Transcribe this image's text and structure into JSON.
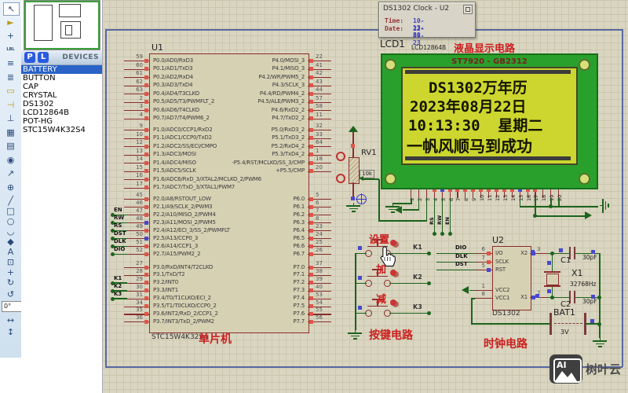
{
  "popup": {
    "title": "DS1302 Clock - U2",
    "time_label": "Time:",
    "time_value": "10-13-30",
    "date_label": "Date:",
    "date_value": "22-08-23"
  },
  "panel": {
    "p_button": "P",
    "l_button": "L",
    "header": "DEVICES",
    "items": [
      "BATTERY",
      "BUTTON",
      "CAP",
      "CRYSTAL",
      "DS1302",
      "LCD12864B",
      "POT-HG",
      "STC15W4K32S4"
    ],
    "selected_index": 0
  },
  "toolbar": {
    "angle": "0°",
    "icons": [
      {
        "name": "selection-pointer-icon",
        "glyph": "↖",
        "sel": true
      },
      {
        "name": "component-mode-icon",
        "glyph": "►",
        "yel": true
      },
      {
        "name": "junction-dot-icon",
        "glyph": "+"
      },
      {
        "name": "wire-label-icon",
        "glyph": "LBL"
      },
      {
        "name": "text-script-icon",
        "glyph": "≡"
      },
      {
        "name": "buses-icon",
        "glyph": "≣"
      },
      {
        "name": "subcircuit-icon",
        "glyph": "▭",
        "yel": true
      },
      {
        "name": "terminal-mode-icon",
        "glyph": "⊣",
        "yel": true
      },
      {
        "name": "device-pin-icon",
        "glyph": "⊥"
      },
      {
        "name": "graph-mode-icon",
        "glyph": "▦"
      },
      {
        "name": "tape-recorder-icon",
        "glyph": "▤"
      },
      {
        "name": "generator-mode-icon",
        "glyph": "◉"
      },
      {
        "name": "voltage-probe-icon",
        "glyph": "↗"
      },
      {
        "name": "current-probe-icon",
        "glyph": "⊕"
      },
      {
        "name": "2d-line-icon",
        "glyph": "╱"
      },
      {
        "name": "2d-box-icon",
        "glyph": "□"
      },
      {
        "name": "2d-circle-icon",
        "glyph": "○"
      },
      {
        "name": "2d-arc-icon",
        "glyph": "◡"
      },
      {
        "name": "2d-path-icon",
        "glyph": "◆"
      },
      {
        "name": "2d-text-icon",
        "glyph": "A"
      },
      {
        "name": "2d-symbol-icon",
        "glyph": "⊡"
      },
      {
        "name": "2d-marker-icon",
        "glyph": "+"
      },
      {
        "name": "rotate-cw-icon",
        "glyph": "↻"
      },
      {
        "name": "rotate-ccw-icon",
        "glyph": "↺"
      },
      {
        "name": "flip-horizontal-icon",
        "glyph": "↔"
      },
      {
        "name": "flip-vertical-icon",
        "glyph": "↕"
      }
    ]
  },
  "u1": {
    "ref": "U1",
    "part": "STC15W4K32S4",
    "caption": "单片机",
    "groups": [
      {
        "left": [
          {
            "n": "59",
            "l": "P0.0/AD0/RxD3"
          },
          {
            "n": "60",
            "l": "P0.1/AD1/TxD3"
          },
          {
            "n": "61",
            "l": "P0.2/AD2/RxD4"
          },
          {
            "n": "62",
            "l": "P0.3/AD3/TxD4"
          },
          {
            "n": "63",
            "l": "P0.4/AD4/T3CLKO"
          },
          {
            "n": "2",
            "l": "P0.5/AD5/T3/PWMFLT_2"
          },
          {
            "n": "3",
            "l": "P0.6/AD6/T4CLKO"
          },
          {
            "n": "4",
            "l": "P0.7/AD7/T4/PWM6_2"
          }
        ],
        "right": [
          {
            "n": "22",
            "l": "P4.0/MOSI_3"
          },
          {
            "n": "41",
            "l": "P4.1/MISO_3"
          },
          {
            "n": "42",
            "l": "P4.2/WR/PWM5_2"
          },
          {
            "n": "43",
            "l": "P4.3/SCLK_3"
          },
          {
            "n": "44",
            "l": "P4.4/RD/PWM4_2"
          },
          {
            "n": "57",
            "l": "P4.5/ALE/PWM3_2"
          },
          {
            "n": "58",
            "l": "P4.6/RxD2_2"
          },
          {
            "n": "11",
            "l": "P4.7/TxD2_2"
          }
        ]
      },
      {
        "left": [
          {
            "n": "9",
            "l": "P1.0/ADC0/CCP1/RxD2"
          },
          {
            "n": "10",
            "l": "P1.1/ADC1/CCP0/TxD2"
          },
          {
            "n": "12",
            "l": "P1.2/ADC2/SS/ECI/CMPO"
          },
          {
            "n": "13",
            "l": "P1.3/ADC3/MOSI"
          },
          {
            "n": "14",
            "l": "P1.4/ADC4/MISO"
          },
          {
            "n": "15",
            "l": "P1.5/ADC5/SCLK"
          },
          {
            "n": "16",
            "l": "P1.6/ADC6/RxD_3/XTAL2/MCLKO_2/PWM6"
          },
          {
            "n": "17",
            "l": "P1.7/ADC7/TxD_3/XTAL1/PWM7"
          }
        ],
        "right": [
          {
            "n": "32",
            "l": "P5.0/RxD3_2"
          },
          {
            "n": "33",
            "l": "P5.1/TxD3_2"
          },
          {
            "n": "64",
            "l": "P5.2/RxD4_2"
          },
          {
            "n": "1",
            "l": "P5.3/TxD4_2"
          },
          {
            "n": "18",
            "l": "P5.4/RST/MCLKO/SS_3/CMP-"
          },
          {
            "n": "20",
            "l": "P5.5/CMP+"
          }
        ]
      },
      {
        "left": [
          {
            "n": "45",
            "l": "P2.0/A8/RSTOUT_LOW"
          },
          {
            "n": "46",
            "l": "P2.1/A9/SCLK_2/PWM3"
          },
          {
            "n": "47",
            "l": "P2.2/A10/MISO_2/PWM4",
            "net": "EN"
          },
          {
            "n": "48",
            "l": "P2.3/A11/MOSI_2/PWM5",
            "net": "RW",
            "sq": "blue"
          },
          {
            "n": "49",
            "l": "P2.4/A12/ECI_3/SS_2/PWMFLT",
            "net": "RS"
          },
          {
            "n": "50",
            "l": "P2.5/A13/CCP0_3",
            "net": "DST",
            "sq": "blue"
          },
          {
            "n": "51",
            "l": "P2.6/A14/CCP1_3",
            "net": "DLK"
          },
          {
            "n": "52",
            "l": "P2.7/A15/PWM2_2",
            "net": "DIO"
          }
        ],
        "right": [
          {
            "n": "5",
            "l": "P6.0"
          },
          {
            "n": "6",
            "l": "P6.1"
          },
          {
            "n": "7",
            "l": "P6.2"
          },
          {
            "n": "8",
            "l": "P6.3"
          },
          {
            "n": "23",
            "l": "P6.4"
          },
          {
            "n": "24",
            "l": "P6.5"
          },
          {
            "n": "25",
            "l": "P6.6"
          },
          {
            "n": "26",
            "l": "P6.7"
          }
        ]
      },
      {
        "left": [
          {
            "n": "27",
            "l": "P3.0/RxD/INT4/T2CLKO"
          },
          {
            "n": "28",
            "l": "P3.1/TxD/T2"
          },
          {
            "n": "29",
            "l": "P3.2/INT0",
            "net": "K1"
          },
          {
            "n": "30",
            "l": "P3.3/INT1",
            "net": "K2"
          },
          {
            "n": "31",
            "l": "P3.4/T0/T1CLKO/ECI_2",
            "net": "K3"
          },
          {
            "n": "34",
            "l": "P3.5/T1/T0CLKO/CCP0_2"
          },
          {
            "n": "35",
            "l": "P3.6/INT2/RxD_2/CCP1_2"
          },
          {
            "n": "36",
            "l": "P3.7/INT3/TxD_2/PWM2"
          }
        ],
        "right": [
          {
            "n": "37",
            "l": "P7.0"
          },
          {
            "n": "38",
            "l": "P7.1"
          },
          {
            "n": "39",
            "l": "P7.2"
          },
          {
            "n": "40",
            "l": "P7.3"
          },
          {
            "n": "53",
            "l": "P7.4"
          },
          {
            "n": "54",
            "l": "P7.5"
          },
          {
            "n": "55",
            "l": "P7.6"
          },
          {
            "n": "56",
            "l": "P7.7"
          }
        ]
      }
    ]
  },
  "lcd": {
    "ref": "LCD1",
    "part": "LCD12864B",
    "circuit_title": "液晶显示电路",
    "controller": "ST7920 - GB2312",
    "screen_lines": [
      "DS1302万年历",
      "2023年08月22日",
      "10:13:30  星期二",
      "一帆风顺马到成功"
    ],
    "bus_labels": [
      "RS",
      "RW",
      "EN"
    ],
    "pins": [
      {
        "n": "1",
        "l": "GND"
      },
      {
        "n": "2",
        "l": "VCC"
      },
      {
        "n": "3",
        "l": "VO"
      },
      {
        "n": "4",
        "l": "RS",
        "sq": "red"
      },
      {
        "n": "5",
        "l": "RW",
        "sq": "blue"
      },
      {
        "n": "6",
        "l": "E",
        "sq": "red"
      },
      {
        "n": "7",
        "l": "D0",
        "sq": "red"
      },
      {
        "n": "8",
        "l": "D1",
        "sq": "red"
      },
      {
        "n": "9",
        "l": "D2",
        "sq": "red"
      },
      {
        "n": "10",
        "l": "D3",
        "sq": "red"
      },
      {
        "n": "11",
        "l": "D4",
        "sq": "red"
      },
      {
        "n": "12",
        "l": "D5",
        "sq": "red"
      },
      {
        "n": "13",
        "l": "D6",
        "sq": "red"
      },
      {
        "n": "14",
        "l": "D7",
        "sq": "red"
      },
      {
        "n": "15",
        "l": "PSB",
        "sq": "blue"
      },
      {
        "n": "16",
        "l": "NC1",
        "sq": "red"
      },
      {
        "n": "17",
        "l": "RST",
        "sq": "red"
      },
      {
        "n": "18",
        "l": "NC2"
      },
      {
        "n": "19",
        "l": "LED-"
      },
      {
        "n": "20",
        "l": "LED+"
      }
    ]
  },
  "rv1": {
    "ref": "RV1",
    "value": "10k"
  },
  "keys": {
    "title": "按键电路",
    "buttons": [
      {
        "net": "K1",
        "label": "设置"
      },
      {
        "net": "K2",
        "label": "加"
      },
      {
        "net": "K3",
        "label": "减"
      }
    ]
  },
  "clock": {
    "title": "时钟电路",
    "u2": {
      "ref": "U2",
      "part": "DS1302",
      "left_pins": [
        {
          "n": "6",
          "l": "I/O",
          "net": "DIO",
          "sq": "red"
        },
        {
          "n": "7",
          "l": "SCLK",
          "net": "DLK",
          "sq": "red"
        },
        {
          "n": "5",
          "l": "RST",
          "net": "DST",
          "sq": "blue"
        },
        {
          "n": "1",
          "l": "VCC2"
        },
        {
          "n": "8",
          "l": "VCC1"
        }
      ],
      "right_pins": [
        {
          "n": "3",
          "l": "X2",
          "sq": "blue"
        },
        {
          "n": "2",
          "l": "X1",
          "sq": "blue"
        }
      ]
    },
    "c1": {
      "ref": "C1",
      "value": "30pF"
    },
    "c2": {
      "ref": "C2",
      "value": "30pF"
    },
    "x1": {
      "ref": "X1",
      "value": "32768Hz"
    },
    "bat1": {
      "ref": "BAT1",
      "value": "3V"
    }
  },
  "watermark": {
    "logo": "AI",
    "text": "树叶云"
  }
}
